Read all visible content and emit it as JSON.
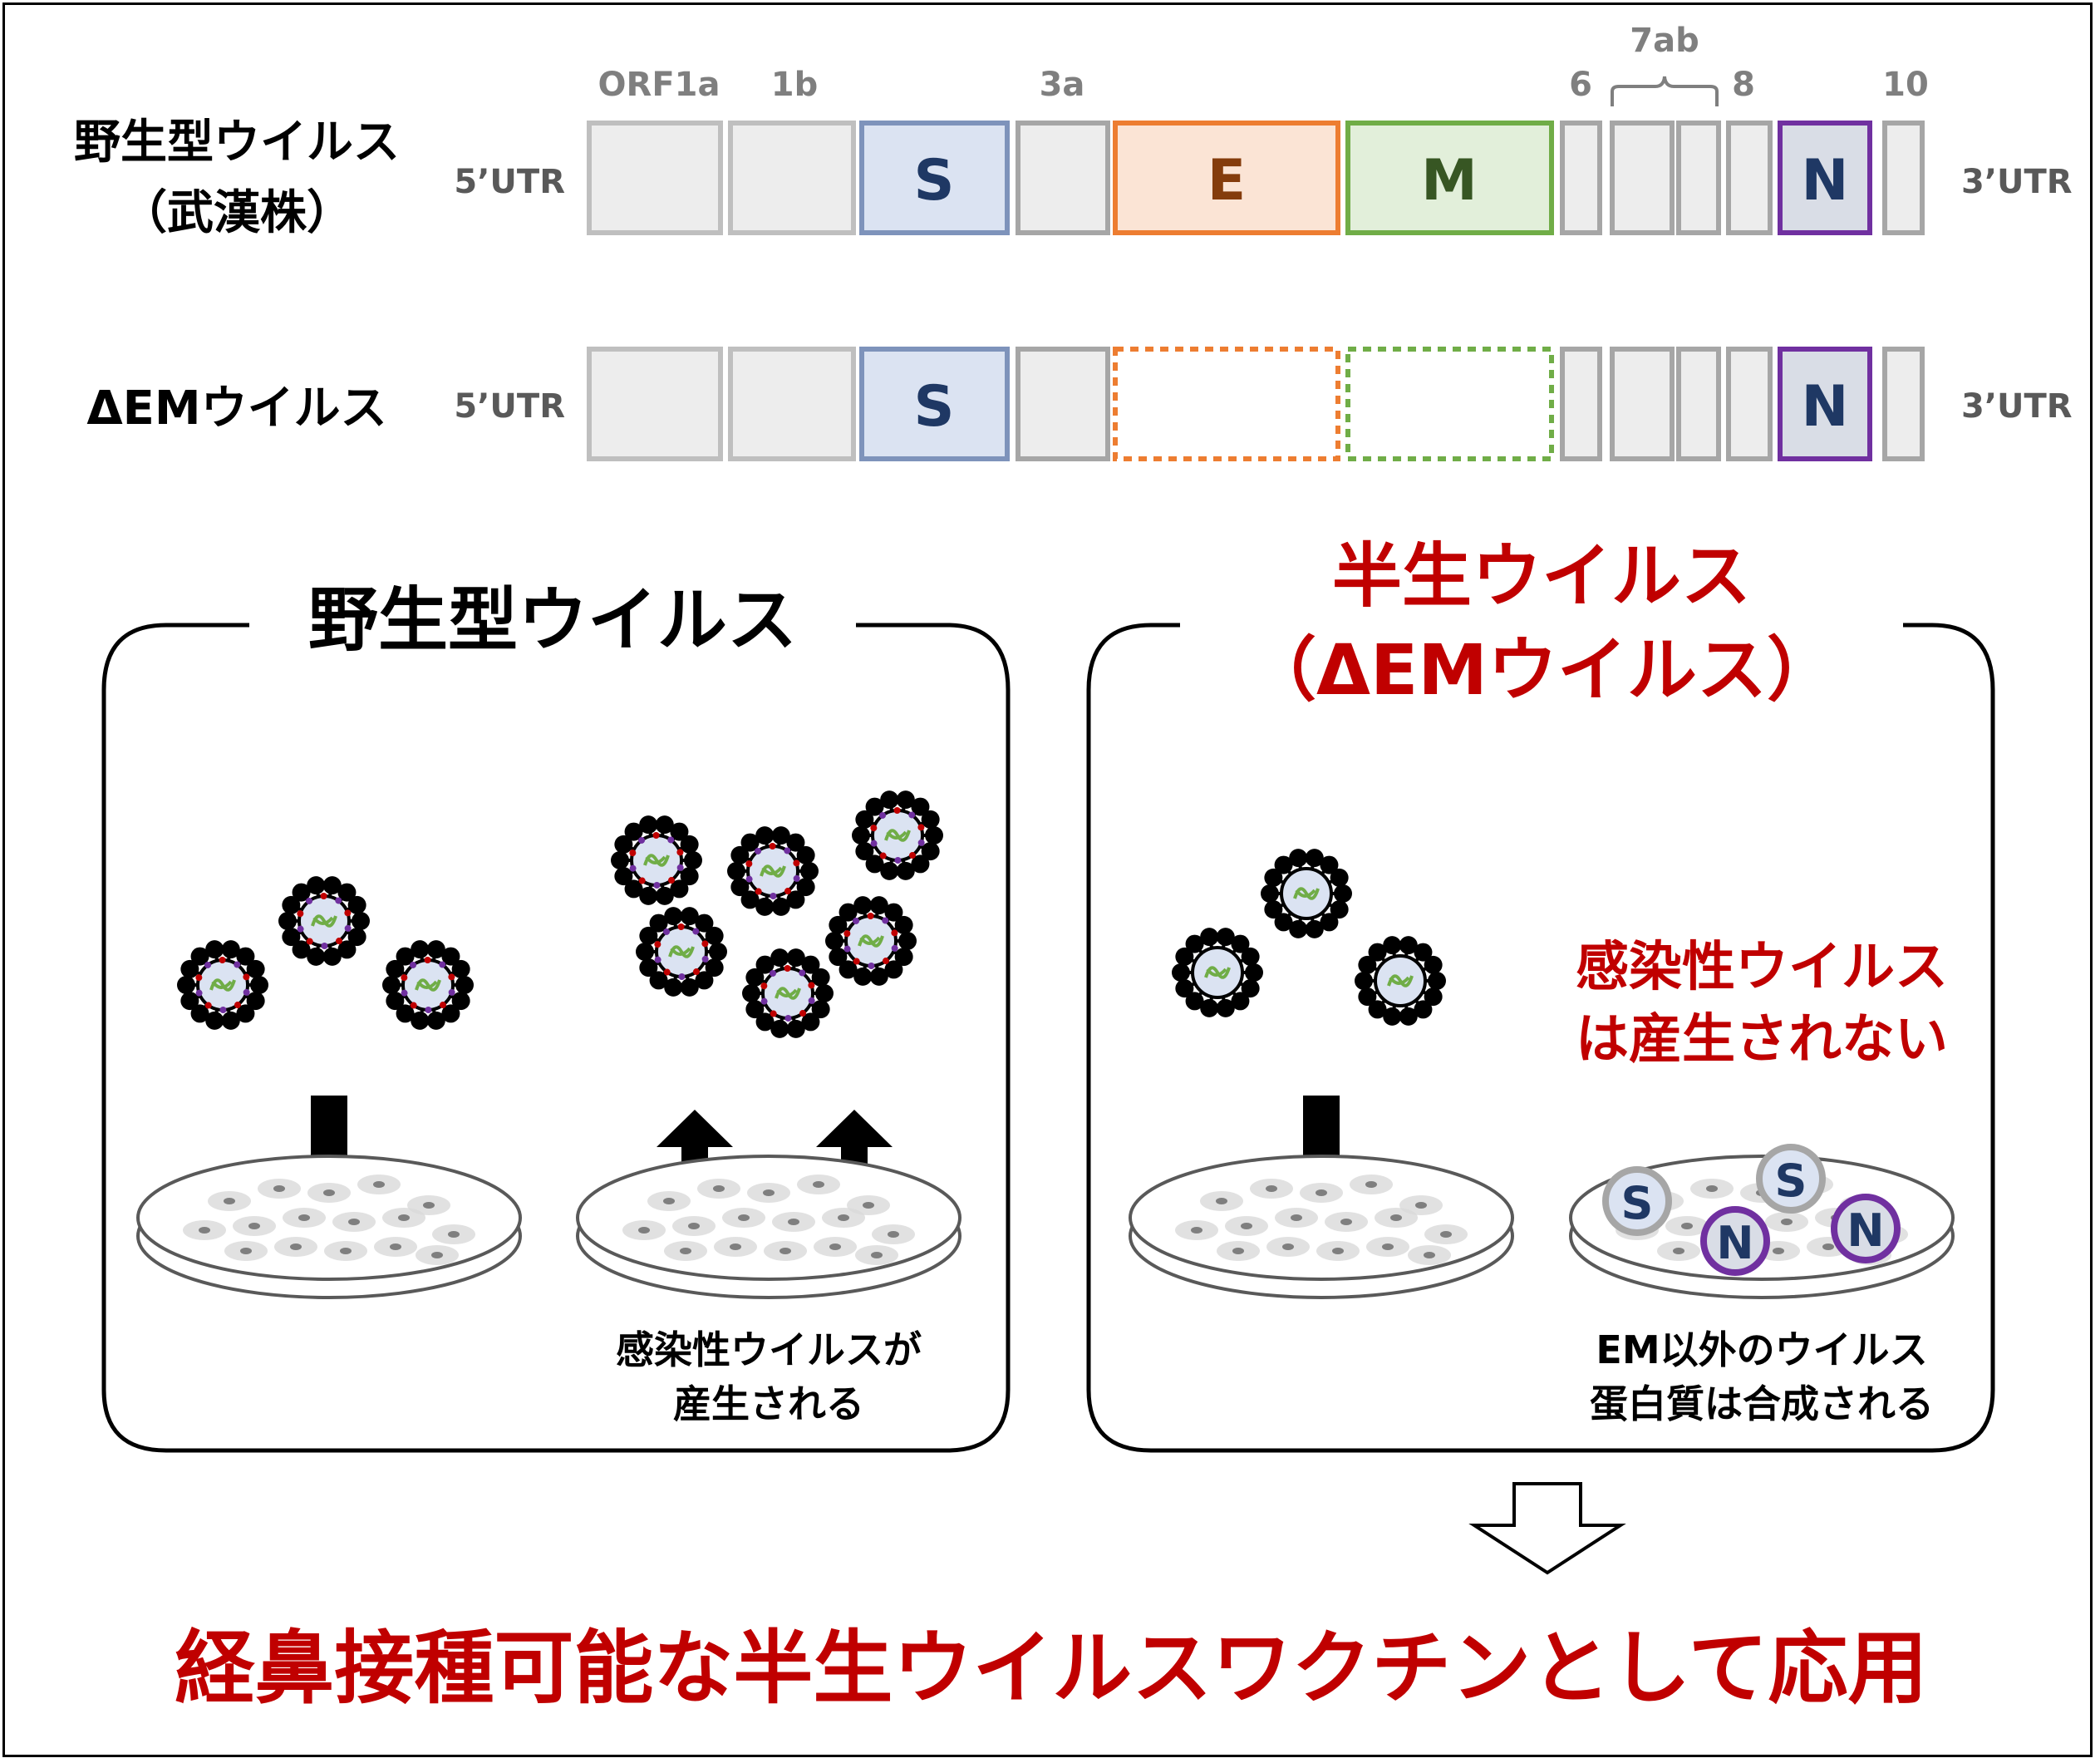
{
  "genome": {
    "rows": [
      {
        "label_lines": [
          "野生型ウイルス",
          "（武漢株）"
        ],
        "deleted": []
      },
      {
        "label_lines": [
          "ΔEMウイルス"
        ],
        "deleted": [
          "E",
          "M"
        ]
      }
    ],
    "utr5": "5’UTR",
    "utr3": "3’UTR",
    "top_labels": [
      "ORF1a",
      "1b",
      "3a",
      "6",
      "7ab",
      "8",
      "10"
    ],
    "gene_letters": {
      "S": "S",
      "E": "E",
      "M": "M",
      "N": "N"
    },
    "colors": {
      "S_fill": "#dbe3f2",
      "S_stroke": "#7e93bb",
      "S_text": "#1f3864",
      "E_fill": "#fbe4d5",
      "E_stroke": "#ed7d31",
      "E_text": "#843c0c",
      "M_fill": "#e2efda",
      "M_stroke": "#70ad47",
      "M_text": "#375623",
      "N_fill": "#d9dde6",
      "N_stroke": "#7030a0",
      "N_text": "#1f3864",
      "orf_fill": "#ededed",
      "orf_stroke": "#a6a6a6"
    }
  },
  "panels": {
    "wild": {
      "title": "野生型ウイルス",
      "caption": [
        "感染性ウイルスが",
        "産生される"
      ]
    },
    "semi": {
      "title": [
        "半生ウイルス",
        "（ΔEMウイルス）"
      ],
      "note": [
        "感染性ウイルス",
        "は産生されない"
      ],
      "caption": [
        "EM以外のウイルス",
        "蛋白質は合成される"
      ],
      "protein_letters": [
        "S",
        "N",
        "S",
        "N"
      ]
    }
  },
  "conclusion": "経鼻接種可能な半生ウイルスワクチンとして応用",
  "accent_red": "#c00000"
}
